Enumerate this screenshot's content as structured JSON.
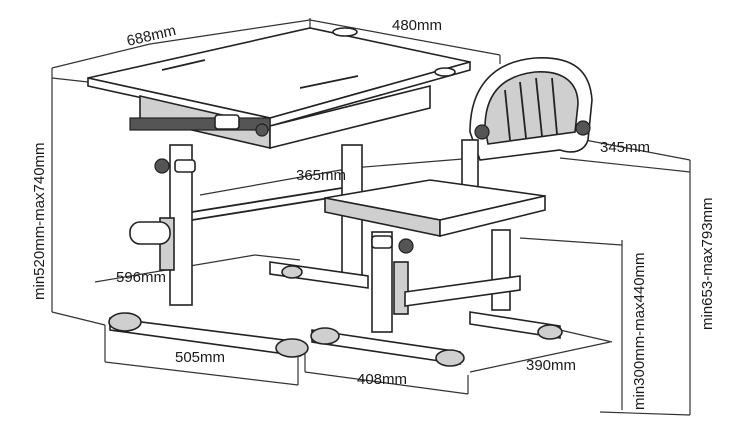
{
  "dimensions": {
    "desk_depth": "688mm",
    "desk_width": "480mm",
    "desk_height_range": "min520mm-max740mm",
    "chair_seat_depth": "345mm",
    "chair_backrest_to_desk": "365mm",
    "desk_base_depth": "596mm",
    "desk_base_width": "505mm",
    "chair_base_width": "408mm",
    "chair_base_depth": "390mm",
    "seat_height_range": "min300mm-max440mm",
    "chair_height_range": "min653-max793mm"
  }
}
